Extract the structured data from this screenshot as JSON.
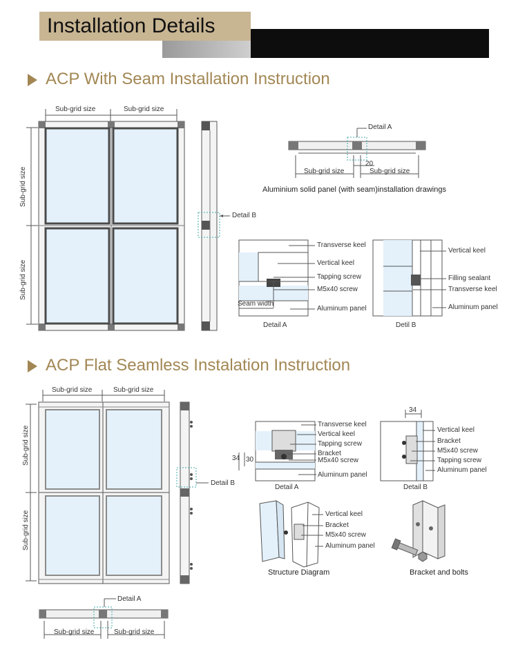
{
  "header": {
    "title": "Installation Details"
  },
  "section1": {
    "title": "ACP With Seam Installation Instruction",
    "sub_grid_label": "Sub-grid size",
    "detail_a": "Detail A",
    "detail_b": "Detail B",
    "dim_20": "20",
    "caption": "Aluminium solid panel (with seam)installation drawings",
    "detail_a_labels": [
      "Transverse keel",
      "Vertical keel",
      "Tapping screw",
      "M5x40 screw",
      "Aluminum panel"
    ],
    "seam_width": "Seam width",
    "detail_a_caption": "Detail A",
    "detail_b_labels": [
      "Vertical keel",
      "Filling sealant",
      "Transverse keel",
      "Aluminum panel"
    ],
    "detail_b_caption": "Detil B"
  },
  "section2": {
    "title": "ACP Flat Seamless Instalation Instruction",
    "sub_grid_label": "Sub-grid size",
    "detail_b_pointer": "Detail B",
    "detail_a": "Detail A",
    "detail_a_labels": [
      "Transverse keel",
      "Vertical keel",
      "Tapping screw",
      "Bracket",
      "M5x40 screw",
      "Aluminum panel"
    ],
    "dim_34": "34",
    "dim_30": "30",
    "detail_a_caption": "Detail A",
    "detail_b_labels": [
      "Vertical keel",
      "Bracket",
      "M5x40 screw",
      "Tapping screw",
      "Aluminum panel"
    ],
    "detail_b_caption": "Detail B",
    "structure_labels": [
      "Vertical keel",
      "Bracket",
      "M5x40 screw",
      "Aluminum panel"
    ],
    "structure_caption": "Structure Diagram",
    "bracket_caption": "Bracket and bolts"
  }
}
